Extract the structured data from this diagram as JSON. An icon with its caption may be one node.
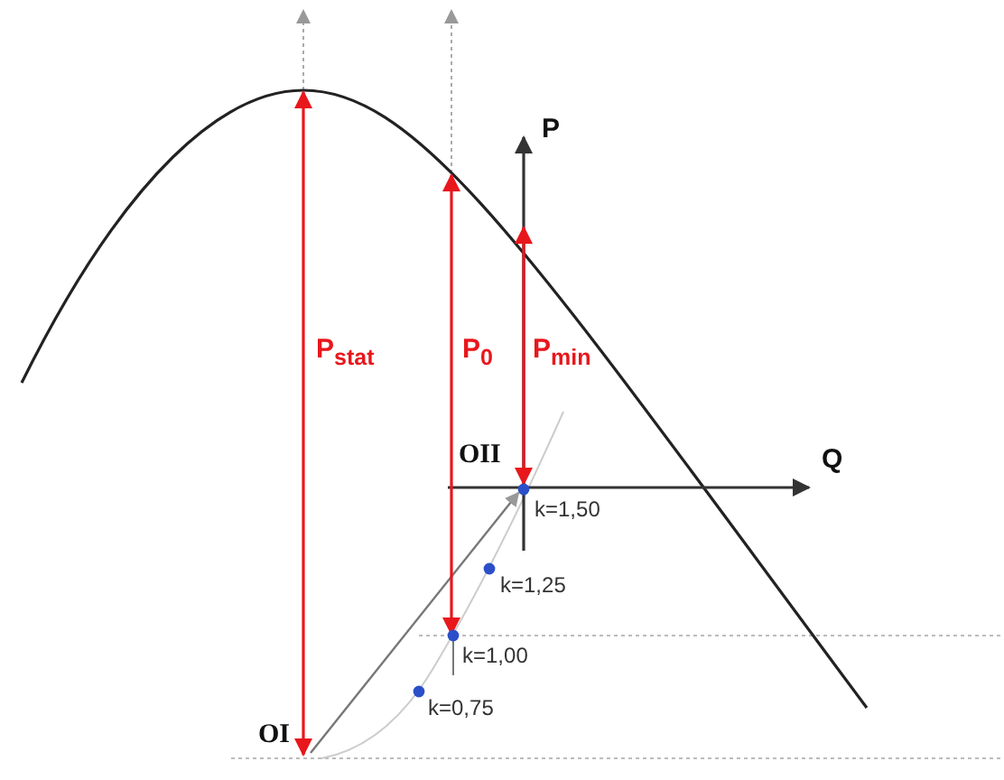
{
  "diagram": {
    "labels": [
      "P",
      "P$_{stat}$",
      "P$_{0}$",
      "P$_{min}$",
      "Q",
      "OII",
      "k=1,50",
      "k=1,25",
      "k=1,00",
      "OI",
      "k=0,75"
    ]
  }
}
